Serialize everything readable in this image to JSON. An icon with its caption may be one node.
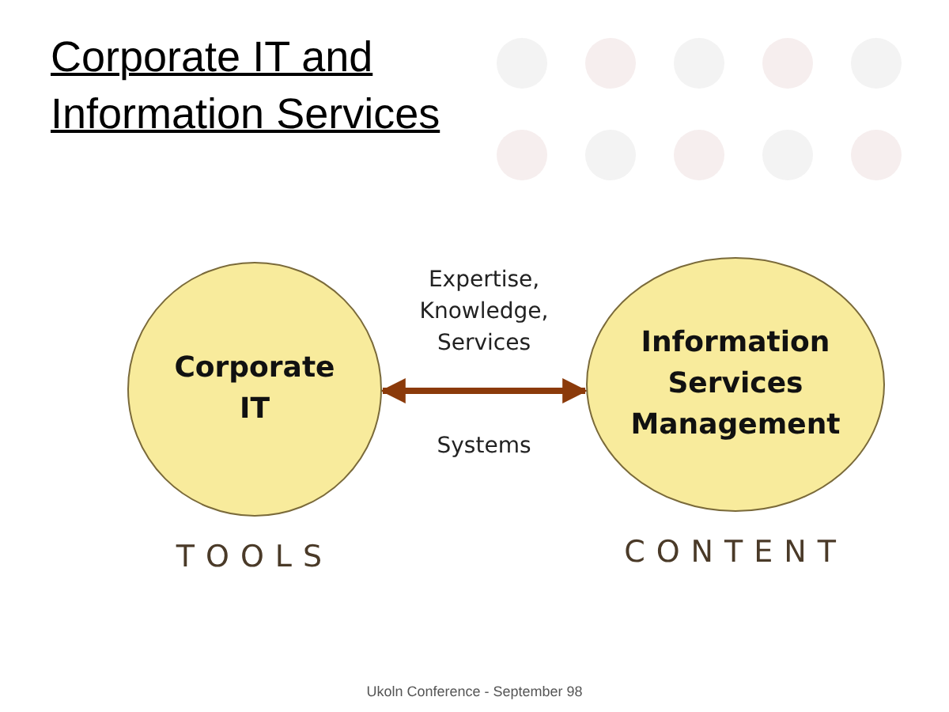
{
  "diagram": {
    "title": "Corporate IT and Information Services",
    "nodes": [
      {
        "text": [
          "Corporate IT"
        ],
        "beside": [
          "TOOLS"
        ]
      },
      {
        "text": [
          "Information Services Management"
        ],
        "beside": [
          "CONTENT"
        ]
      }
    ],
    "edges": [
      {
        "from": 0,
        "to": 1,
        "arrow": "both",
        "label": "Expertise, Knowledge, Services",
        "color": "#8b3a0a"
      }
    ],
    "labels": [
      "Systems",
      "Ukoln Conference - September 98"
    ]
  }
}
